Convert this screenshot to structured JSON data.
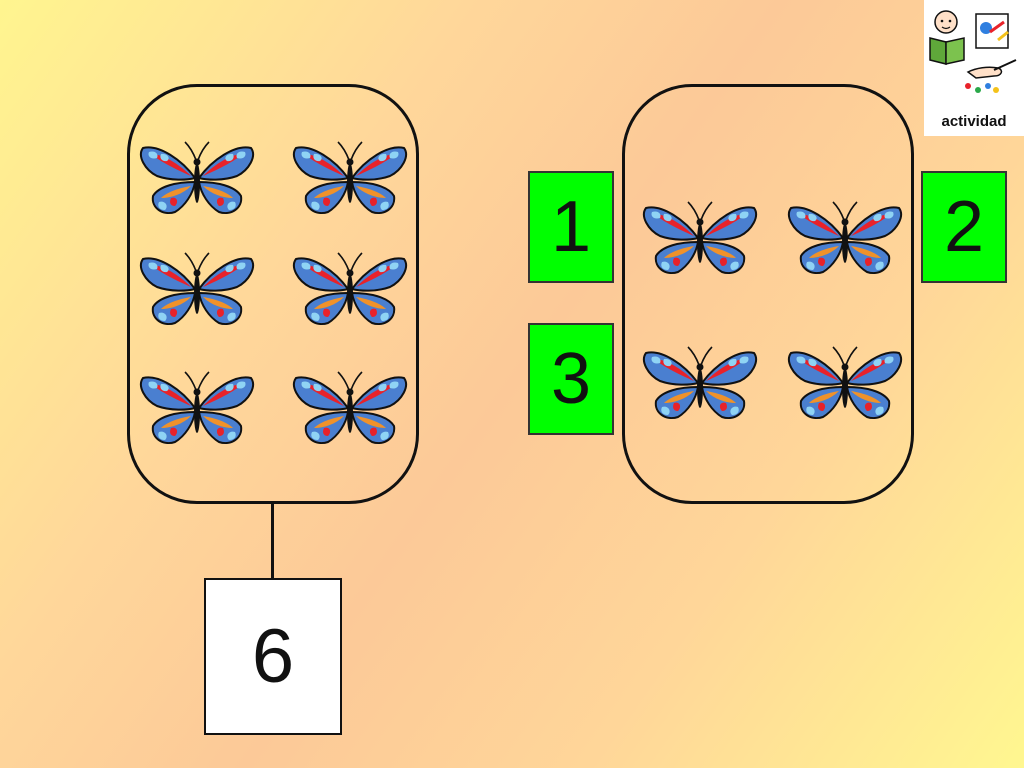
{
  "answer": {
    "value": "6"
  },
  "options": [
    {
      "label": "1"
    },
    {
      "label": "2"
    },
    {
      "label": "3"
    }
  ],
  "badge": {
    "label": "actividad",
    "icon": "activity-pictogram-icon"
  },
  "groups": {
    "left": {
      "butterfly_count": 6
    },
    "right": {
      "butterfly_count": 4
    }
  },
  "colors": {
    "option_bg": "#00ff00",
    "answer_bg": "#ffffff",
    "outline": "#111111"
  }
}
